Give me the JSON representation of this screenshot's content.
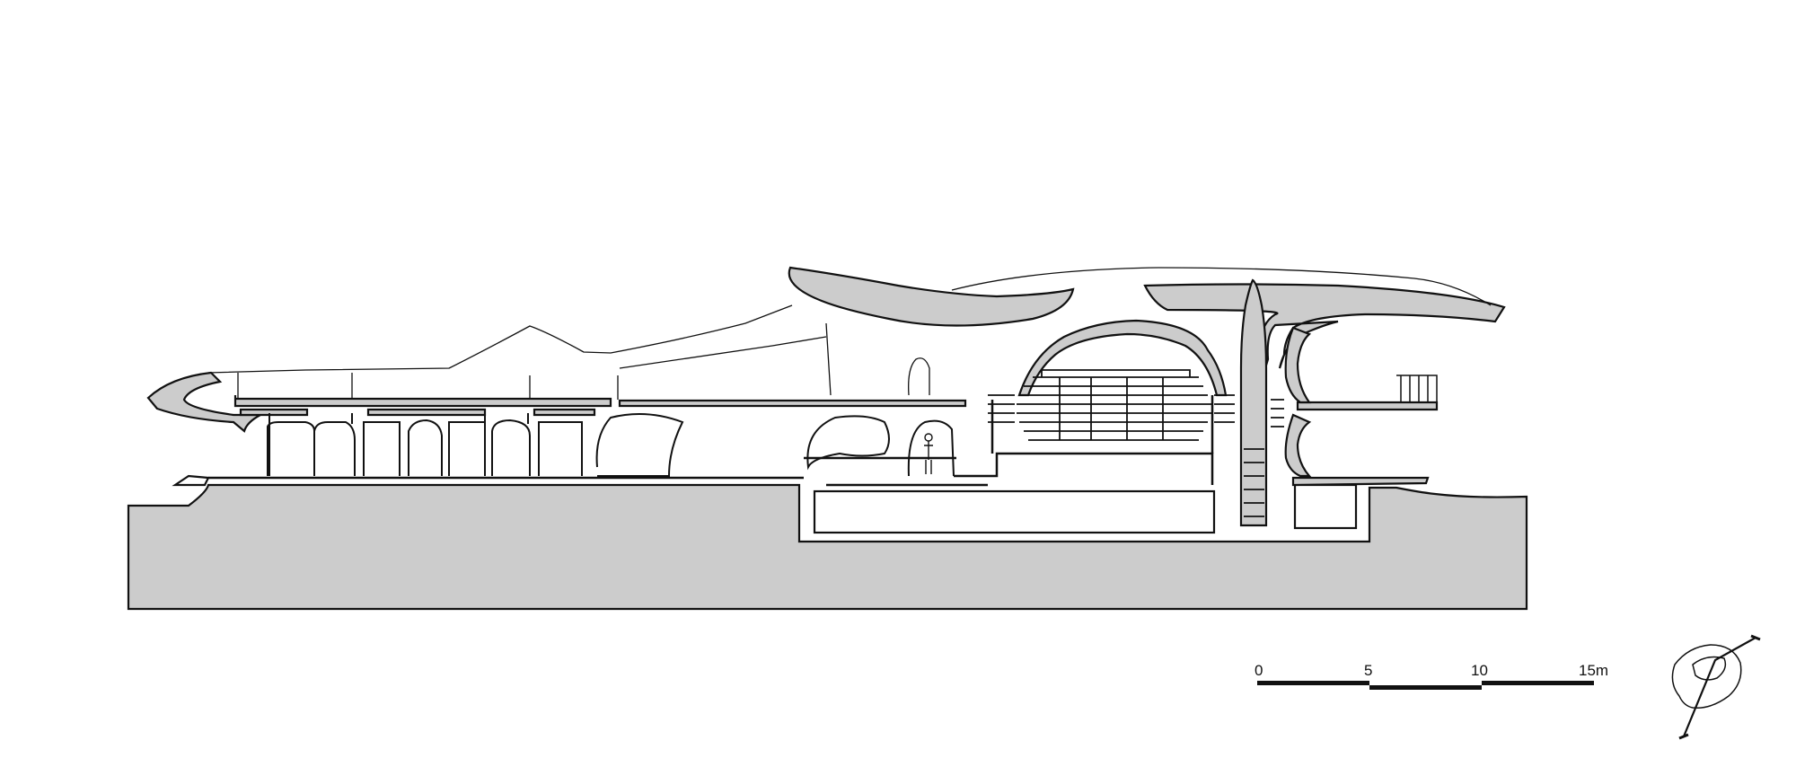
{
  "drawing": {
    "type": "architectural-section",
    "colors": {
      "poche": "#cccccc",
      "line": "#111111",
      "background": "#ffffff"
    }
  },
  "scale_bar": {
    "labels": [
      "0",
      "5",
      "10",
      "15m"
    ]
  },
  "key_plan": {
    "icon": "key-plan-icon"
  }
}
